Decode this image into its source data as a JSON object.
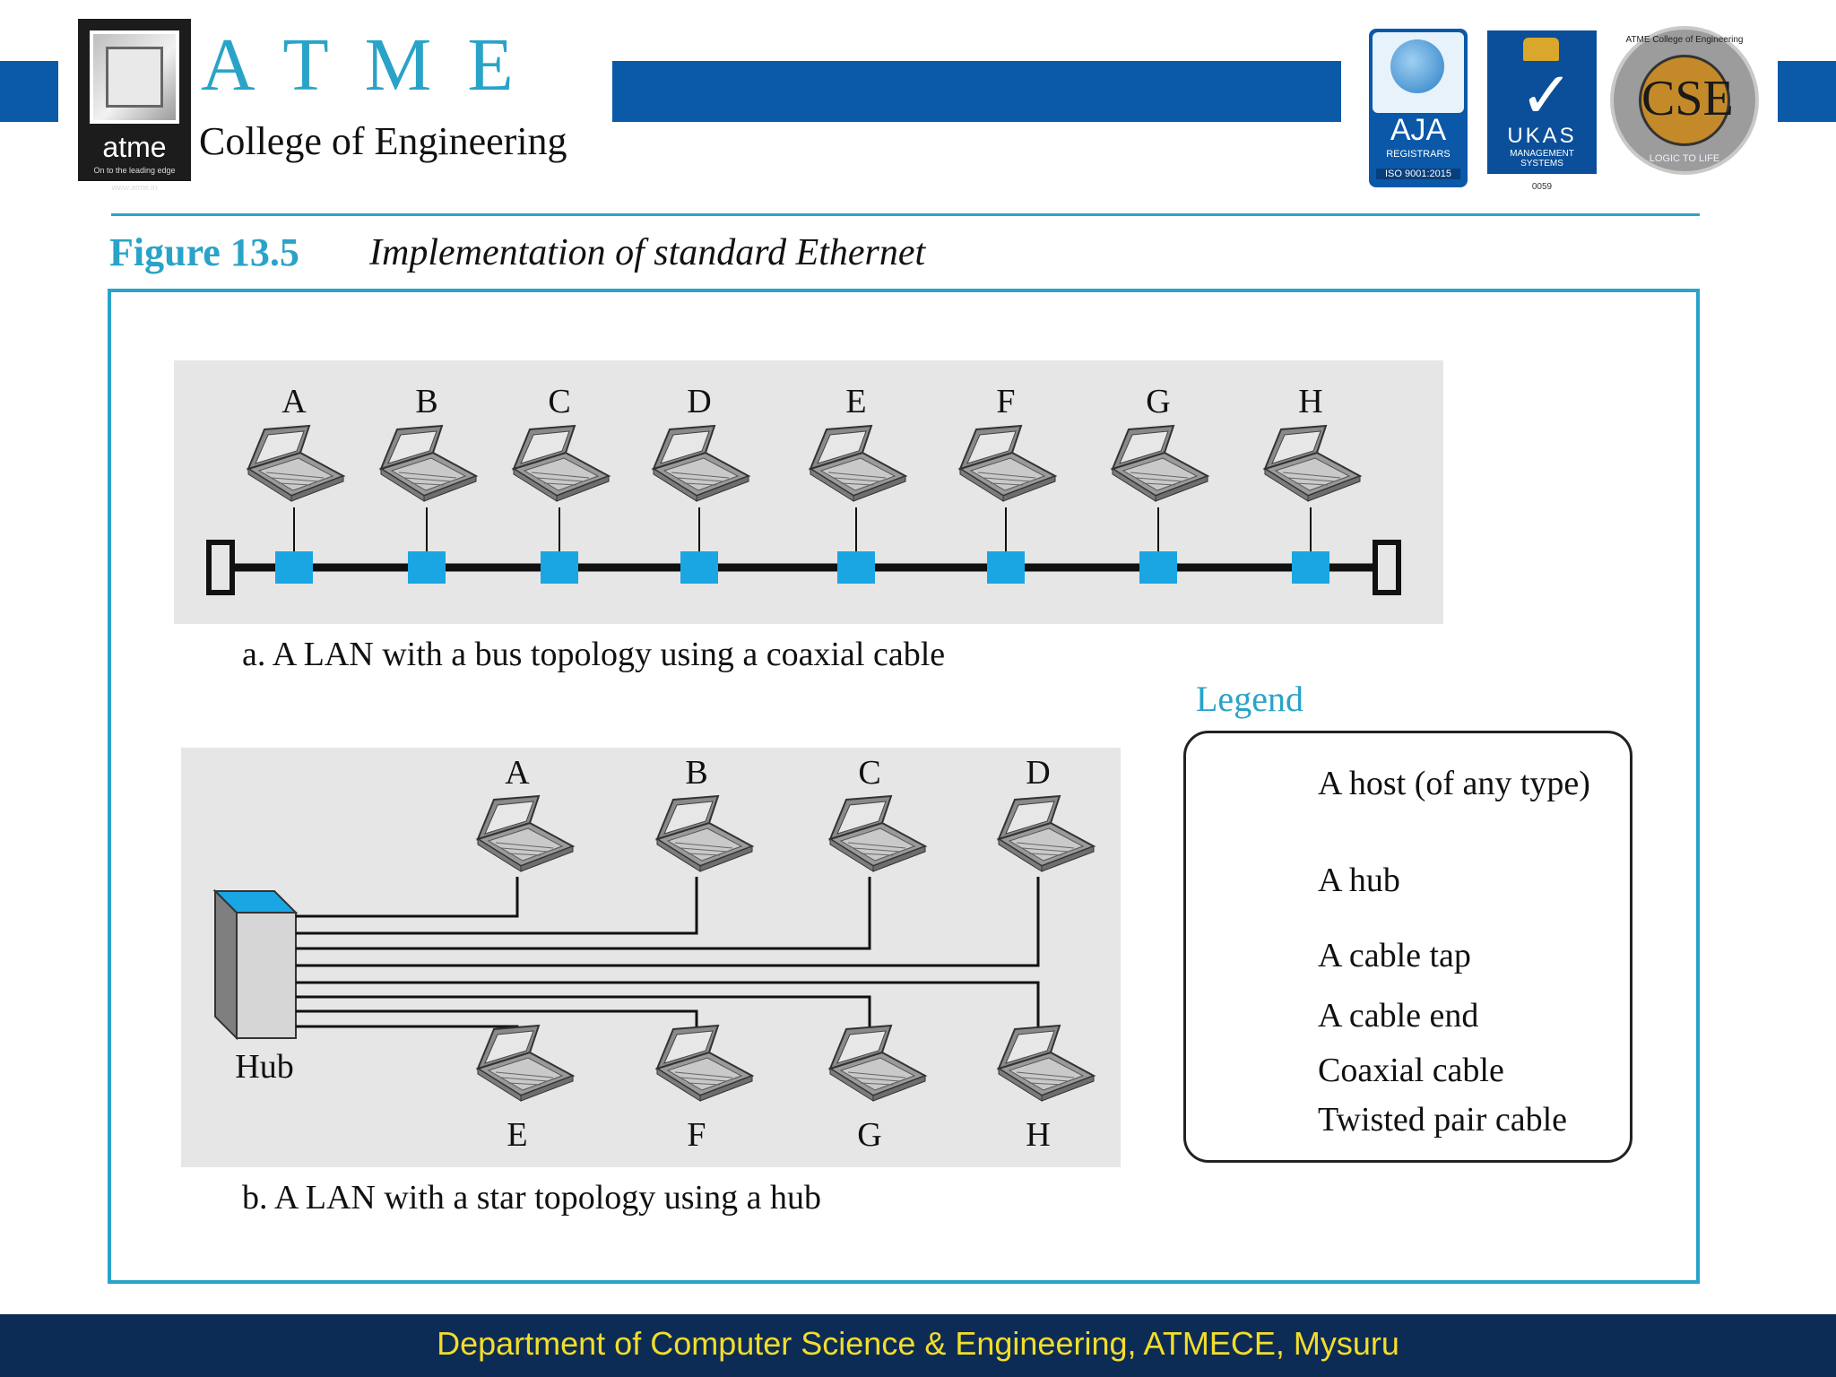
{
  "header": {
    "logo_word": "atme",
    "logo_tagline": "On to the leading edge",
    "logo_url": "www.atme.in",
    "college_name": "ATME",
    "college_subtitle": "College of Engineering",
    "badges": {
      "aja_name": "AJA",
      "aja_registrars": "REGISTRARS",
      "aja_iso": "ISO 9001:2015",
      "ukas_name": "UKAS",
      "ukas_sub": "MANAGEMENT SYSTEMS",
      "ukas_number": "0059",
      "cse_text": "CSE",
      "cse_ring_top": "ATME College of Engineering",
      "cse_ring_bottom": "LOGIC TO LIFE"
    }
  },
  "figure": {
    "number": "Figure 13.5",
    "caption": "Implementation of standard Ethernet"
  },
  "bus": {
    "hosts": [
      "A",
      "B",
      "C",
      "D",
      "E",
      "F",
      "G",
      "H"
    ],
    "caption": "a. A LAN with a bus topology using a coaxial cable"
  },
  "star": {
    "hosts_top": [
      "A",
      "B",
      "C",
      "D"
    ],
    "hosts_bottom": [
      "E",
      "F",
      "G",
      "H"
    ],
    "hub_label": "Hub",
    "caption": "b. A LAN with a star topology using a hub"
  },
  "legend": {
    "title": "Legend",
    "items": [
      "A host (of any type)",
      "A hub",
      "A cable tap",
      "A cable end",
      "Coaxial cable",
      "Twisted pair cable"
    ]
  },
  "colors": {
    "accent": "#2aa3c8",
    "band": "#0b5aa8",
    "tap": "#1aa6e2",
    "footer_bg": "#0d2c55",
    "footer_text": "#f2dd2a"
  },
  "footer": {
    "text": "Department of Computer Science & Engineering, ATMECE, Mysuru"
  }
}
